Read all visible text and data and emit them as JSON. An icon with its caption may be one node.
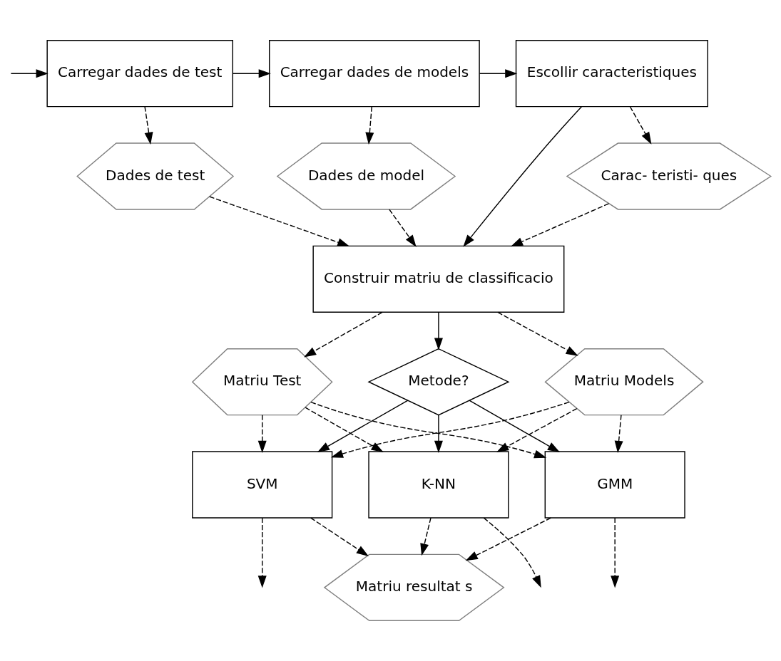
{
  "diagram": {
    "nodes": [
      {
        "text": [
          "Carregar dades de test"
        ]
      },
      {
        "text": [
          "Carregar dades de models"
        ]
      },
      {
        "text": [
          "Escollir caracteristiques"
        ]
      },
      {
        "text": [
          "Dades de test"
        ]
      },
      {
        "text": [
          "Dades de model"
        ]
      },
      {
        "text": [
          "Carac- teristi- ques"
        ]
      },
      {
        "text": [
          "Construir matriu de classificacio"
        ]
      },
      {
        "text": [
          "Matriu Test"
        ]
      },
      {
        "text": [
          "Metode?"
        ]
      },
      {
        "text": [
          "Matriu Models"
        ]
      },
      {
        "text": [
          "GMM"
        ]
      },
      {
        "text": [
          "SVM"
        ]
      },
      {
        "text": [
          "K-NN"
        ]
      },
      {
        "text": [
          "Matriu resultat s"
        ]
      }
    ],
    "edges": [
      {
        "from": null,
        "to": 0,
        "arrow": "to"
      },
      {
        "from": 0,
        "to": 1,
        "arrow": "to"
      },
      {
        "from": 1,
        "to": 2,
        "arrow": "to"
      },
      {
        "from": 0,
        "to": 3,
        "arrow": "to",
        "style": "dashed"
      },
      {
        "from": 1,
        "to": 4,
        "arrow": "to",
        "style": "dashed"
      },
      {
        "from": 2,
        "to": 5,
        "arrow": "to",
        "style": "dashed"
      },
      {
        "from": 3,
        "to": 6,
        "arrow": "to",
        "style": "dashed"
      },
      {
        "from": 4,
        "to": 6,
        "arrow": "to",
        "style": "dashed"
      },
      {
        "from": 5,
        "to": 6,
        "arrow": "to",
        "style": "dashed"
      },
      {
        "from": 2,
        "to": 6,
        "arrow": "to"
      },
      {
        "from": 6,
        "to": 7,
        "arrow": "to",
        "style": "dashed"
      },
      {
        "from": 6,
        "to": 8,
        "arrow": "to"
      },
      {
        "from": 6,
        "to": 9,
        "arrow": "to",
        "style": "dashed"
      },
      {
        "from": 8,
        "to": 10,
        "arrow": "to"
      },
      {
        "from": 8,
        "to": 11,
        "arrow": "to"
      },
      {
        "from": 8,
        "to": 12,
        "arrow": "to"
      },
      {
        "from": 7,
        "to": 10,
        "arrow": "to",
        "style": "dashed"
      },
      {
        "from": 7,
        "to": 11,
        "arrow": "to",
        "style": "dashed"
      },
      {
        "from": 7,
        "to": 12,
        "arrow": "to",
        "style": "dashed"
      },
      {
        "from": 9,
        "to": 10,
        "arrow": "to",
        "style": "dashed"
      },
      {
        "from": 9,
        "to": 11,
        "arrow": "to",
        "style": "dashed"
      },
      {
        "from": 9,
        "to": 12,
        "arrow": "to",
        "style": "dashed"
      },
      {
        "from": 10,
        "to": null,
        "arrow": "to",
        "style": "dashed"
      },
      {
        "from": 11,
        "to": null,
        "arrow": "to",
        "style": "dashed"
      },
      {
        "from": 12,
        "to": null,
        "arrow": "to",
        "style": "dashed"
      },
      {
        "from": 10,
        "to": 13,
        "arrow": "to",
        "style": "dashed"
      },
      {
        "from": 11,
        "to": 13,
        "arrow": "to",
        "style": "dashed"
      },
      {
        "from": 12,
        "to": 13,
        "arrow": "to",
        "style": "dashed"
      }
    ]
  }
}
